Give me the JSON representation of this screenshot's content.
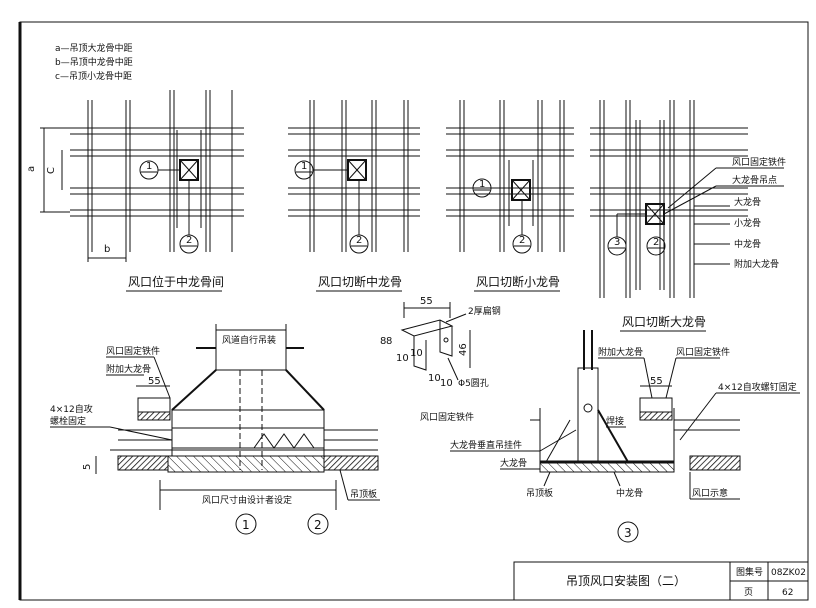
{
  "legend": {
    "a": "a—吊顶大龙骨中距",
    "b": "b—吊顶中龙骨中距",
    "c": "c—吊顶小龙骨中距"
  },
  "plans": {
    "p1_caption": "风口位于中龙骨间",
    "p2_caption": "风口切断中龙骨",
    "p3_caption": "风口切断小龙骨",
    "p4_caption": "风口切断大龙骨",
    "dim_a": "a",
    "dim_c": "C",
    "dim_b": "b",
    "n1": "1",
    "n2": "2",
    "n3": "3"
  },
  "p4_labels": {
    "l1": "风口固定铁件",
    "l2": "大龙骨吊点",
    "l3": "大龙骨",
    "l4": "小龙骨",
    "l5": "中龙骨",
    "l6": "附加大龙骨"
  },
  "section12": {
    "duct_top": "风道自行吊装",
    "fix_iron": "风口固定铁件",
    "extra_main": "附加大龙骨",
    "dim55": "55",
    "screw1": "4×12自攻",
    "screw2": "螺栓固定",
    "t5": "5",
    "size_note": "风口尺寸由设计者设定",
    "ceiling_board": "吊顶板",
    "c1": "1",
    "c2": "2"
  },
  "bracket": {
    "d55": "55",
    "flat_steel": "2厚扁钢",
    "d8": "8",
    "d8b": "8",
    "d10a": "10",
    "d10b": "10",
    "d46": "46",
    "d10c": "10",
    "d10d": "10",
    "hole": "Φ5圆孔",
    "title": "风口固定铁件"
  },
  "section3": {
    "extra_main": "附加大龙骨",
    "fix_iron": "风口固定铁件",
    "dim55": "55",
    "screw": "4×12自攻螺钉固定",
    "weld": "焊接",
    "hanger": "大龙骨垂直吊挂件",
    "main": "大龙骨",
    "board": "吊顶板",
    "mid": "中龙骨",
    "vent": "风口示意",
    "c3": "3"
  },
  "title_block": {
    "title": "吊顶风口安装图（二）",
    "atlas_label": "图集号",
    "atlas_value": "08ZK02",
    "page_label": "页",
    "page_value": "62"
  }
}
